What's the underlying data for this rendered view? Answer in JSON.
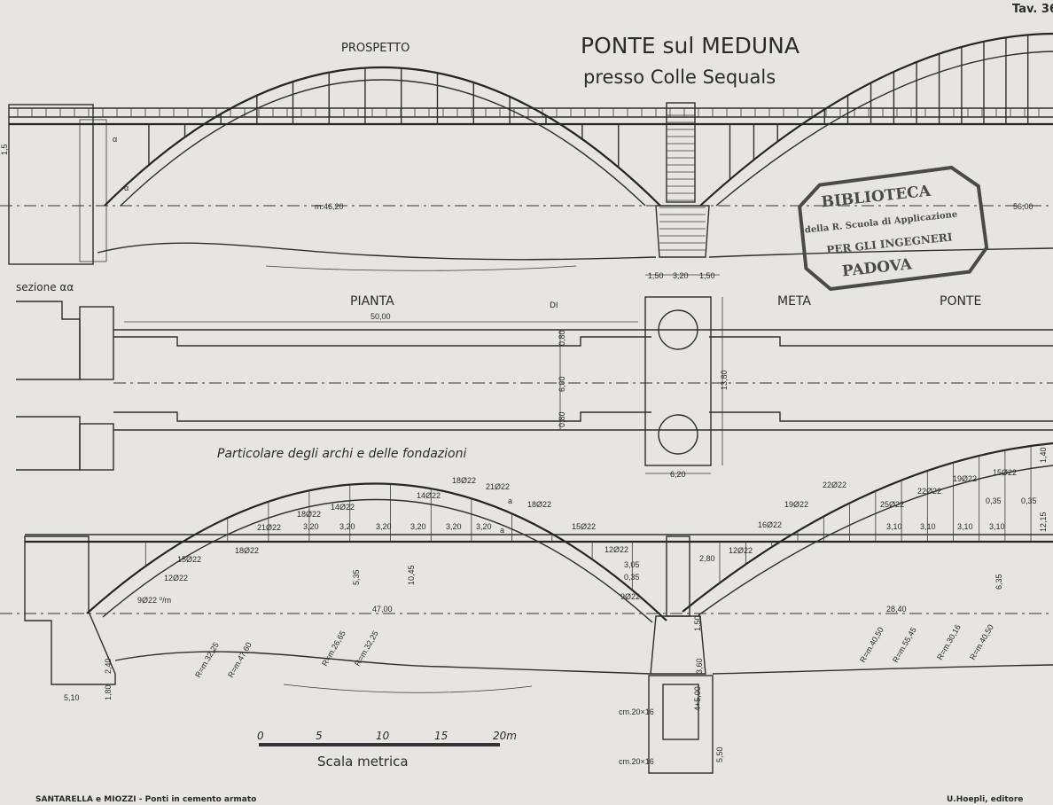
{
  "plate": "Tav. 36",
  "title": {
    "line1": "PONTE sul MEDUNA",
    "line2": "presso Colle Sequals"
  },
  "elevation": {
    "label": "PROSPETTO",
    "span": "m.46,20",
    "elevation_mark": "56,00",
    "pier_dims": [
      "1,50",
      "3,20",
      "1,50"
    ],
    "section_marks": [
      "α",
      "α"
    ],
    "abutment_mark": "1,5"
  },
  "stamp": {
    "line1": "BIBLIOTECA",
    "line2": "della R. Scuola di Applicazione",
    "line3": "PER GLI INGEGNERI",
    "line4": "PADOVA"
  },
  "plan": {
    "section_label": "sezione αα",
    "heading": [
      "PIANTA",
      "DI",
      "META",
      "PONTE"
    ],
    "length": "50,00",
    "widths": [
      "0,80",
      "6,00",
      "0,80"
    ],
    "total_width": "13,80",
    "pier_width": "6,20"
  },
  "detail": {
    "title": "Particolare degli archi e delle fondazioni",
    "rebars": [
      "14Ø22",
      "18Ø22",
      "21Ø22",
      "18Ø22",
      "15Ø22",
      "18Ø22",
      "14Ø22",
      "21Ø22",
      "18Ø22",
      "15Ø22",
      "12Ø22",
      "9Ø22 ⁰/m",
      "12Ø22",
      "9Ø22",
      "16Ø22",
      "19Ø22",
      "22Ø22",
      "25Ø22",
      "22Ø22",
      "19Ø22",
      "15Ø22",
      "12Ø22"
    ],
    "spacings_left": [
      "3,20",
      "3,20",
      "3,20",
      "3,20",
      "3,20",
      "3,20"
    ],
    "spacings_right": [
      "3,10",
      "3,10",
      "3,10",
      "3,10"
    ],
    "dims": [
      "5,35",
      "10,45",
      "47,00",
      "28,40",
      "6,35",
      "12,15",
      "1,40",
      "2,80",
      "3,05",
      "0,35",
      "0,35",
      "0,35",
      "5,10",
      "2,40",
      "1,80",
      "1,50",
      "3,60",
      "4+5,00",
      "5,50",
      "cm.20×16",
      "cm.20×16"
    ],
    "radii": [
      "R=m.32,25",
      "R=m.47,60",
      "R=m.26,65",
      "R=m.32,25",
      "R=m.40,50",
      "R=m.55,45",
      "R=m.30,16",
      "R=m.40,50"
    ],
    "marks": [
      "a",
      "a"
    ]
  },
  "scale": {
    "ticks": [
      "0",
      "5",
      "10",
      "15",
      "20m"
    ],
    "label": "Scala metrica"
  },
  "footer": {
    "left": "SANTARELLA e MIOZZI - Ponti in cemento armato",
    "right": "U.Hoepli, editore"
  }
}
